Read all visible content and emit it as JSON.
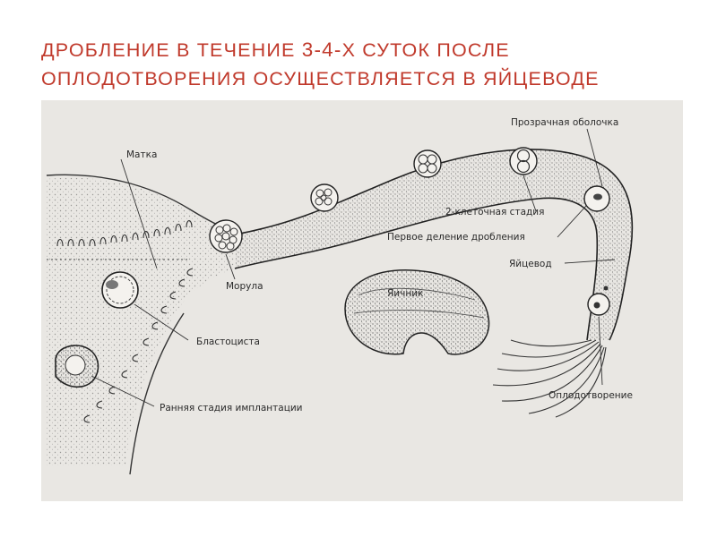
{
  "slide": {
    "title_part1": "ДРОБЛЕНИЕ В ТЕЧЕНИЕ ",
    "title_number": "3-4-",
    "title_part2": "Х СУТОК ПОСЛЕ ОПЛОДОТВОРЕНИЯ ОСУЩЕСТВЛЯЕТСЯ В ЯЙЦЕВОДЕ"
  },
  "diagram": {
    "labels": {
      "uterus": "Матка",
      "zona": "Прозрачная оболочка",
      "two_cell": "2-клеточная стадия",
      "first_division": "Первое деление дробления",
      "oviduct": "Яйцевод",
      "ovary": "Яичник",
      "morula": "Морула",
      "blastocyst": "Бластоциста",
      "fertilization": "Оплодотворение",
      "early_implantation": "Ранняя стадия имплантации"
    }
  },
  "colors": {
    "title": "#c0392b",
    "figure_bg": "#e9e7e3",
    "ink": "#2a2a2a"
  }
}
